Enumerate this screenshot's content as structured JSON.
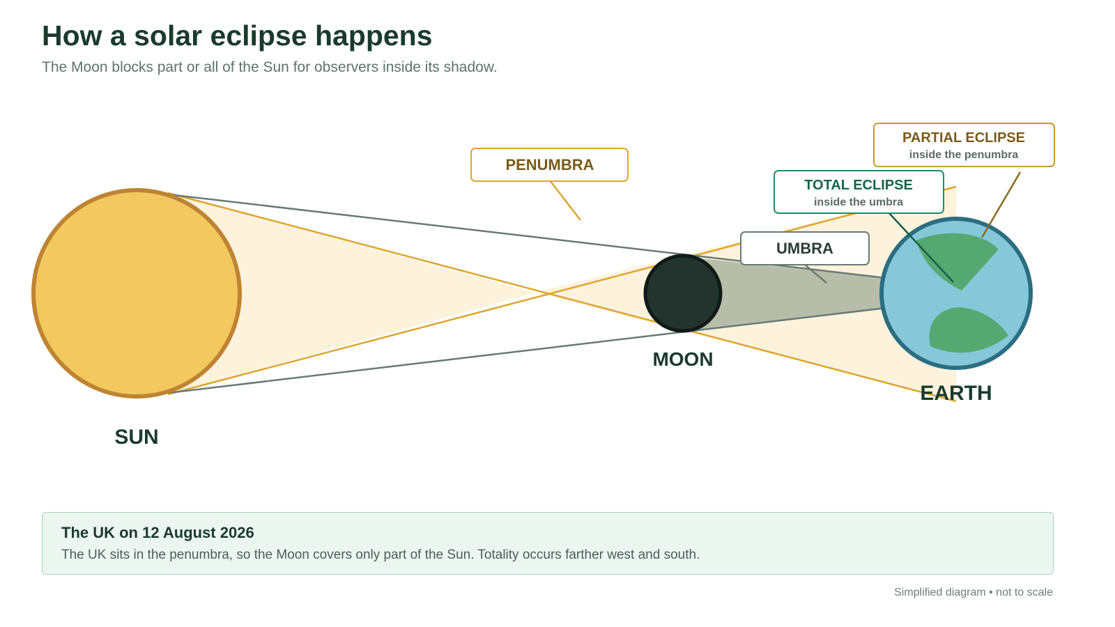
{
  "header": {
    "title": "How a solar eclipse happens",
    "subtitle": "The Moon blocks part or all of the Sun for observers inside its shadow."
  },
  "diagram": {
    "bodies": {
      "sun": "SUN",
      "moon": "MOON",
      "earth": "EARTH"
    },
    "callouts": {
      "penumbra": {
        "title": "PENUMBRA"
      },
      "umbra": {
        "title": "UMBRA"
      },
      "total": {
        "title": "TOTAL ECLIPSE",
        "sub": "inside the umbra"
      },
      "partial": {
        "title": "PARTIAL ECLIPSE",
        "sub": "inside the penumbra"
      }
    },
    "colors": {
      "sun_fill": "#f3c85f",
      "sun_stroke": "#be8433",
      "moon_fill": "#23332d",
      "earth_ocean": "#86c8da",
      "earth_stroke": "#2b6e81",
      "land": "#56a873",
      "penumbra_line": "#dba630",
      "penumbra_fill": "#fdf2dc",
      "umbra_line": "#687a73",
      "umbra_fill": "#b7bda9",
      "total_accent": "#1f8c68",
      "partial_accent": "#c79a2c"
    }
  },
  "note": {
    "title": "The UK on 12 August 2026",
    "text": "The UK sits in the penumbra, so the Moon covers only part of the Sun. Totality occurs farther west and south."
  },
  "footer": {
    "text": "Simplified diagram • not to scale"
  }
}
